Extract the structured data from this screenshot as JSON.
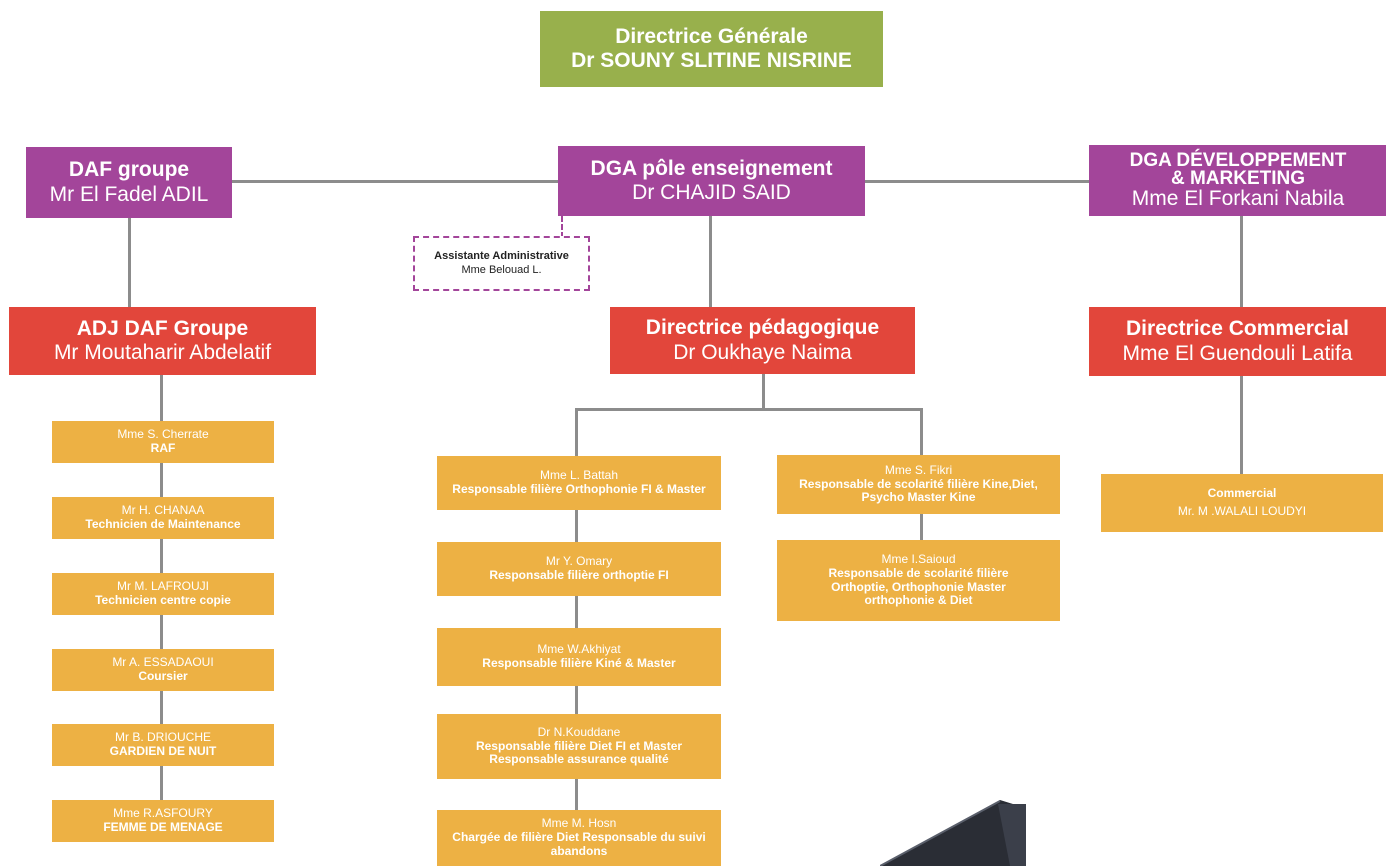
{
  "top": {
    "title": "Directrice Générale",
    "name": "Dr SOUNY SLITINE NISRINE"
  },
  "daf": {
    "title": "DAF groupe",
    "name": "Mr El Fadel ADIL"
  },
  "dga_ens": {
    "title": "DGA pôle enseignement",
    "name": "Dr CHAJID SAID"
  },
  "dga_dev": {
    "title_line1": "DGA DÉVELOPPEMENT",
    "title_line2": "& MARKETING",
    "name": "Mme El Forkani Nabila"
  },
  "assistant": {
    "title": "Assistante Administrative",
    "name": "Mme Belouad L."
  },
  "adj_daf": {
    "title": "ADJ DAF Groupe",
    "name": "Mr Moutaharir Abdelatif"
  },
  "dir_peda": {
    "title": "Directrice pédagogique",
    "name": "Dr Oukhaye Naima"
  },
  "dir_com": {
    "title": "Directrice Commercial",
    "name": "Mme El Guendouli Latifa"
  },
  "daf_staff": [
    {
      "name": "Mme S. Cherrate",
      "role": "RAF"
    },
    {
      "name": "Mr H. CHANAA",
      "role": "Technicien de Maintenance"
    },
    {
      "name": "Mr M. LAFROUJI",
      "role": "Technicien centre copie"
    },
    {
      "name": "Mr A. ESSADAOUI",
      "role": "Coursier"
    },
    {
      "name": "Mr B. DRIOUCHE",
      "role": "GARDIEN DE NUIT"
    },
    {
      "name": "Mme R.ASFOURY",
      "role": "FEMME DE MENAGE"
    }
  ],
  "peda_left": [
    {
      "name": "Mme L. Battah",
      "role": "Responsable filière Orthophonie FI & Master"
    },
    {
      "name": "Mr Y. Omary",
      "role": "Responsable filière orthoptie FI"
    },
    {
      "name": "Mme W.Akhiyat",
      "role": "Responsable filière Kiné & Master"
    },
    {
      "name": "Dr N.Kouddane",
      "role": "Responsable filière Diet FI et Master",
      "role2": "Responsable assurance qualité"
    },
    {
      "name": "Mme M. Hosn",
      "role": "Chargée de filière Diet Responsable du suivi abandons"
    }
  ],
  "peda_right": [
    {
      "name": "Mme S. Fikri",
      "role": "Responsable de scolarité filière Kine,Diet, Psycho Master Kine"
    },
    {
      "name": "Mme I.Saioud",
      "role": "Responsable de scolarité filière Orthoptie, Orthophonie Master orthophonie & Diet"
    }
  ],
  "commercial": {
    "role": "Commercial",
    "name": "Mr. M .WALALI LOUDYI"
  },
  "colors": {
    "green": "#98b04c",
    "purple": "#a3459a",
    "red": "#e2463b",
    "orange": "#edb144",
    "line": "#8c8c8c"
  }
}
